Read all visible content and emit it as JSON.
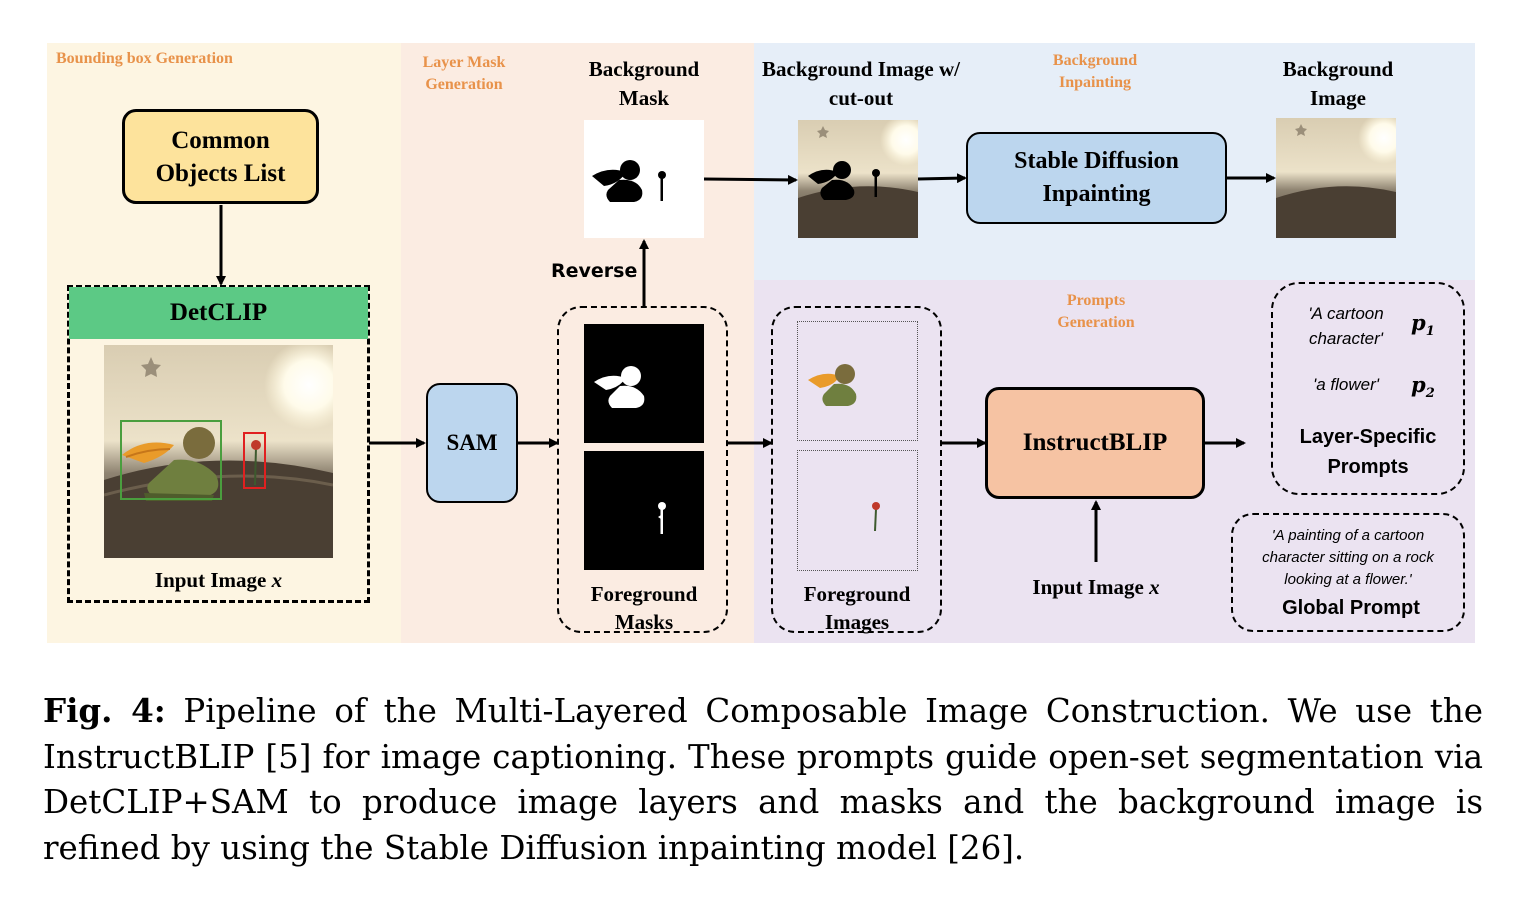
{
  "colors": {
    "section_bbox": "#fdf5e2",
    "section_mask": "#fbece2",
    "section_bg": "#e6eef8",
    "section_prompt": "#ebe3f1",
    "section_title": "#e8924a",
    "common_objects_box": "#fde39c",
    "detclip_header": "#5cc985",
    "sam_box": "#bcd6ee",
    "stable_diffusion_box": "#bcd6ee",
    "instructblip_box": "#f6c3a3",
    "bbox_green": "#4a9e3e",
    "bbox_red": "#e02020"
  },
  "sections": {
    "bbox_generation": "Bounding box Generation",
    "layer_mask_generation": "Layer Mask Generation",
    "background_inpainting": "Background Inpainting",
    "prompts_generation": "Prompts Generation"
  },
  "nodes": {
    "common_objects": "Common Objects List",
    "detclip": "DetCLIP",
    "input_image_left": "Input Image",
    "input_var": "x",
    "sam": "SAM",
    "reverse": "Reverse",
    "background_mask": "Background Mask",
    "foreground_masks": "Foreground Masks",
    "background_cutout": "Background Image w/ cut-out",
    "stable_diffusion": "Stable Diffusion Inpainting",
    "background_image": "Background Image",
    "foreground_images": "Foreground Images",
    "instructblip": "InstructBLIP",
    "input_image_bottom": "Input Image"
  },
  "prompts": {
    "p1_text": "'A cartoon character'",
    "p1_label": "p",
    "p1_sub": "1",
    "p2_text": "'a flower'",
    "p2_label": "p",
    "p2_sub": "2",
    "layer_specific": "Layer-Specific Prompts",
    "global_text": "'A  painting of a cartoon character sitting on a rock looking at a flower.'",
    "global_label": "Global Prompt"
  },
  "icons": [
    "star-icon",
    "sun-icon",
    "character-silhouette-icon",
    "flower-silhouette-icon",
    "arrow-icon"
  ],
  "caption": {
    "label": "Fig. 4:",
    "text": " Pipeline of the Multi-Layered Composable Image Construction. We use the InstructBLIP [5] for image captioning. These prompts guide open-set segmentation via DetCLIP+SAM to produce image layers and masks and the background image is refined by using the Stable Diffusion inpainting model [26]."
  }
}
